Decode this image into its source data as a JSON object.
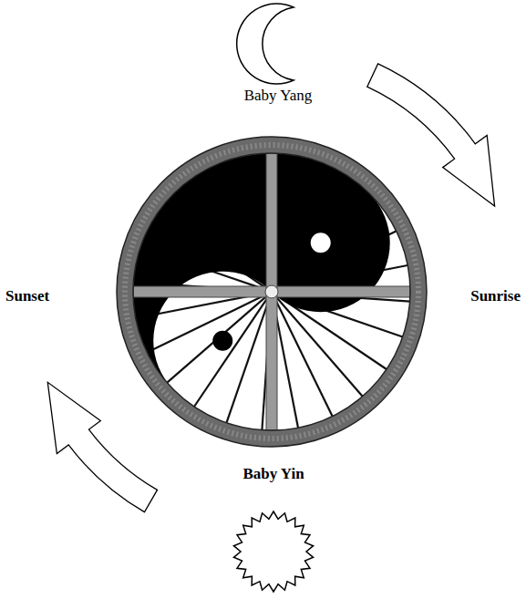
{
  "diagram": {
    "labels": [
      "Baby Yang",
      "Sunset",
      "Sunrise",
      "Baby Yin"
    ]
  }
}
